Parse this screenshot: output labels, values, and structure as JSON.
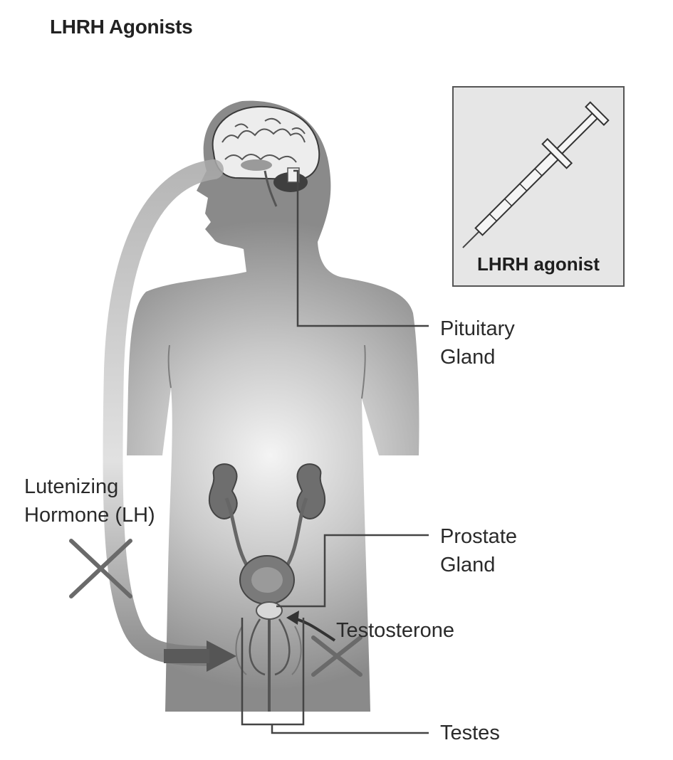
{
  "title": "LHRH Agonists",
  "inset": {
    "label": "LHRH agonist",
    "icon": "syringe-icon"
  },
  "labels": {
    "pituitary_line1": "Pituitary",
    "pituitary_line2": "Gland",
    "lh_line1": "Lutenizing",
    "lh_line2": "Hormone (LH)",
    "prostate_line1": "Prostate",
    "prostate_line2": "Gland",
    "testosterone": "Testosterone",
    "testes": "Testes"
  },
  "colors": {
    "body_fill": "#8c8c8c",
    "body_glow": "#f2f2f2",
    "organ": "#6e6e6e",
    "pointer_line": "#444444",
    "block_cross": "#6a6a6a",
    "inset_background": "#e6e6e6"
  }
}
